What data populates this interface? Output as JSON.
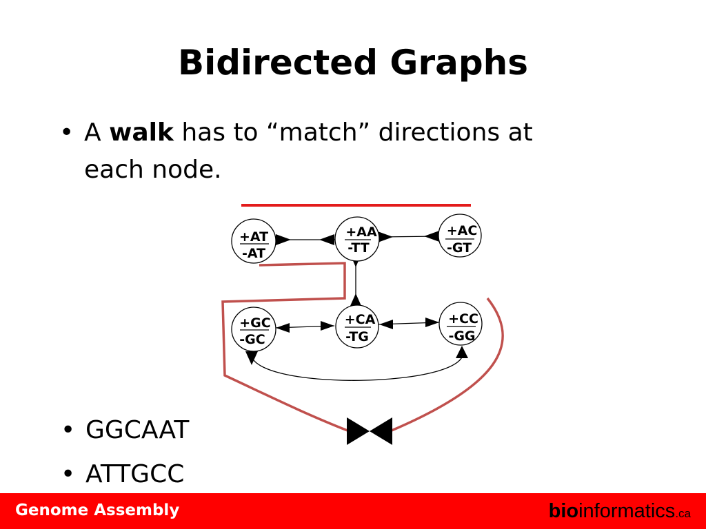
{
  "slide": {
    "title": "Bidirected Graphs",
    "bullet_marker": "•",
    "bullet1": {
      "pre": "A ",
      "bold": "walk",
      "post": " has to “match” directions at each node."
    },
    "bullet2": "GGCAAT",
    "bullet3": "ATTGCC"
  },
  "diagram": {
    "nodes": [
      {
        "id": "at",
        "top": "+AT",
        "bottom": "-AT"
      },
      {
        "id": "aa",
        "top": "+AA",
        "bottom": "-TT"
      },
      {
        "id": "ac",
        "top": "+AC",
        "bottom": "-GT"
      },
      {
        "id": "gc",
        "top": "+GC",
        "bottom": "-GC"
      },
      {
        "id": "ca",
        "top": "+CA",
        "bottom": "-TG"
      },
      {
        "id": "cc",
        "top": "+CC",
        "bottom": "-GG"
      }
    ],
    "walk_color": "#c0504d",
    "highlight_color": "#e31b1b"
  },
  "footer": {
    "left": "Genome Assembly",
    "brand_bold": "bio",
    "brand_regular": "informatics",
    "brand_suffix": ".ca",
    "background": "#ff0000"
  }
}
